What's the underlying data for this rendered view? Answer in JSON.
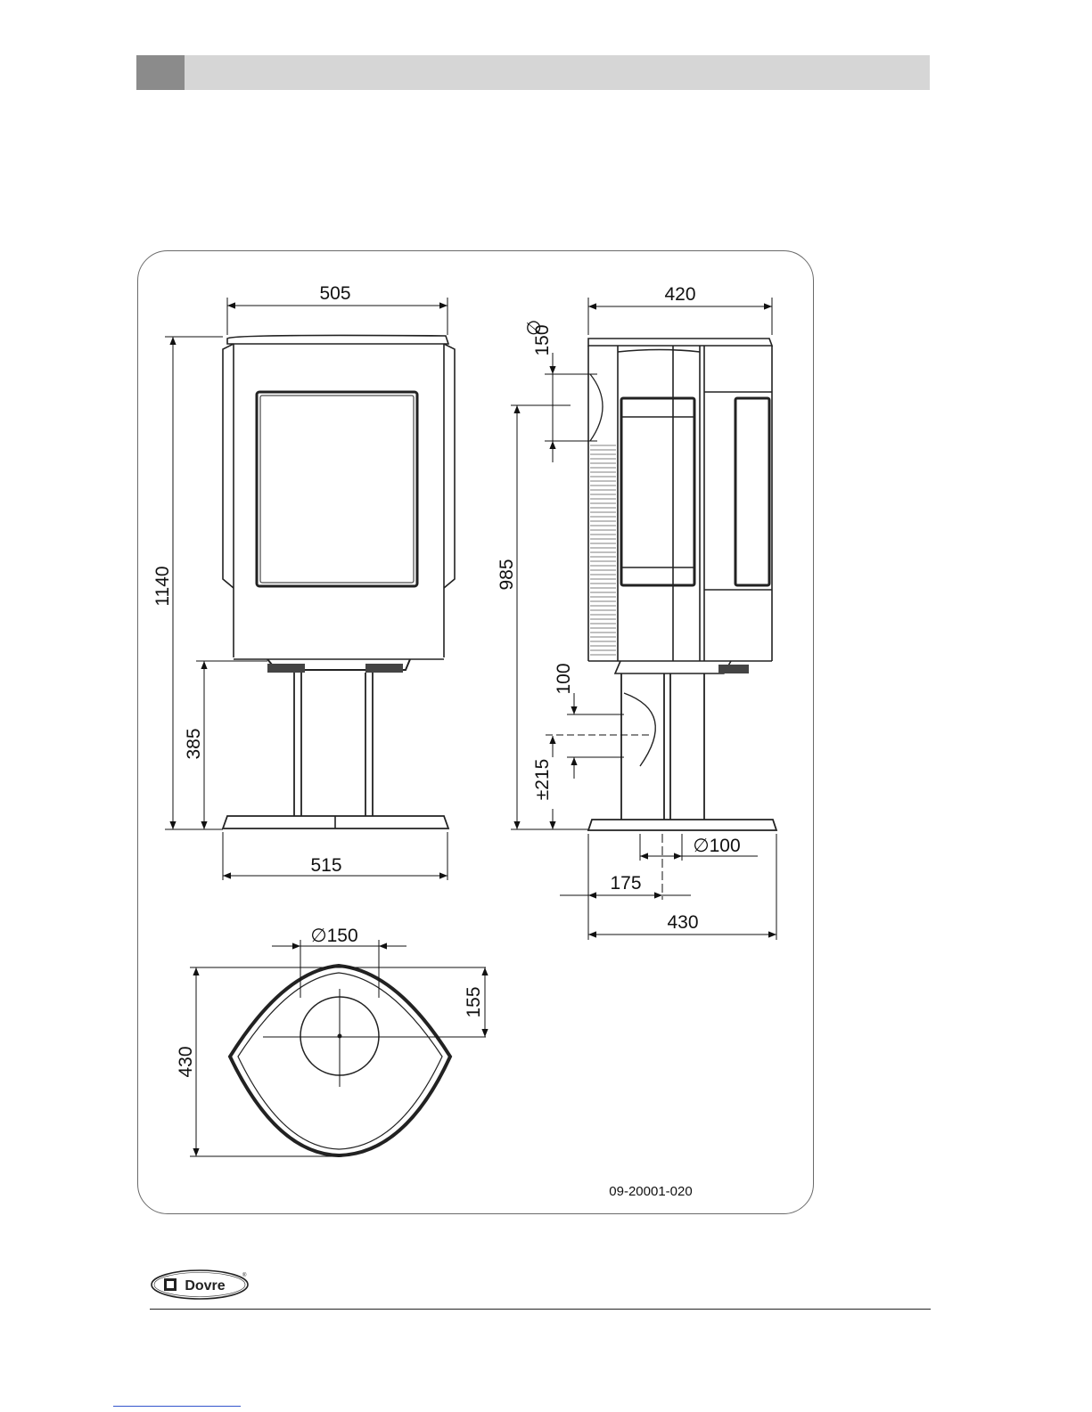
{
  "header": {
    "bar_color": "#d6d6d6",
    "square_color": "#8b8b8b"
  },
  "front_view": {
    "width_top": "505",
    "height_total": "1140",
    "height_pedestal": "385",
    "width_base": "515"
  },
  "side_view": {
    "width_top": "420",
    "flue_top": "150",
    "height_top_outlet": "985",
    "flue_rear": "100",
    "height_rear_outlet": "±215",
    "air_inlet": "100",
    "inlet_offset": "175",
    "width_base": "430"
  },
  "top_view": {
    "flue": "150",
    "depth": "430",
    "flue_offset": "155"
  },
  "drawing_ref": "09-20001-020",
  "logo": {
    "text": "Dovre",
    "mark": "®"
  }
}
